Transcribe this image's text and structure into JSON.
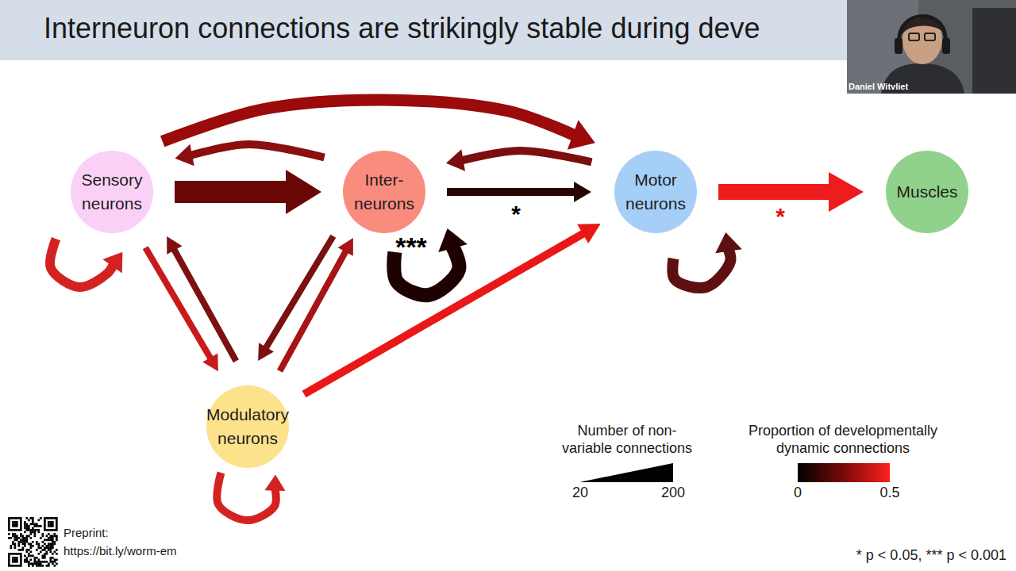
{
  "diagram": {
    "title": "Interneuron connections are strikingly stable during deve",
    "nodes": [
      {
        "text": [
          "Sensory neurons"
        ]
      },
      {
        "text": [
          "Inter- neurons"
        ]
      },
      {
        "text": [
          "Motor neurons"
        ]
      },
      {
        "text": [
          "Muscles"
        ]
      },
      {
        "text": [
          "Modulatory neurons"
        ]
      }
    ],
    "edges": [
      {
        "from": 0,
        "to": 1,
        "arrow": "to"
      },
      {
        "from": 1,
        "to": 0,
        "arrow": "to"
      },
      {
        "from": 0,
        "to": 2,
        "arrow": "to"
      },
      {
        "from": 2,
        "to": 1,
        "arrow": "to"
      },
      {
        "from": 1,
        "to": 2,
        "arrow": "to",
        "label": "*"
      },
      {
        "from": 2,
        "to": 3,
        "arrow": "to",
        "label": "*"
      },
      {
        "from": 0,
        "to": 0,
        "arrow": "to"
      },
      {
        "from": 1,
        "to": 1,
        "arrow": "to",
        "label": "***"
      },
      {
        "from": 2,
        "to": 2,
        "arrow": "to"
      },
      {
        "from": 0,
        "to": 4,
        "arrow": "to"
      },
      {
        "from": 4,
        "to": 0,
        "arrow": "to"
      },
      {
        "from": 1,
        "to": 4,
        "arrow": "to"
      },
      {
        "from": 4,
        "to": 1,
        "arrow": "to"
      },
      {
        "from": 4,
        "to": 2,
        "arrow": "to"
      },
      {
        "from": 4,
        "to": 4,
        "arrow": "to"
      }
    ],
    "labels": [
      "Daniel Witvliet",
      "20",
      "200",
      "0",
      "0.5",
      "Preprint:",
      "https://bit.ly/worm-em",
      "* p < 0.05, *** p < 0.001"
    ],
    "legend": [
      {
        "text": "Number of non-variable connections"
      },
      {
        "text": "Proportion of developmentally dynamic connections"
      }
    ]
  }
}
